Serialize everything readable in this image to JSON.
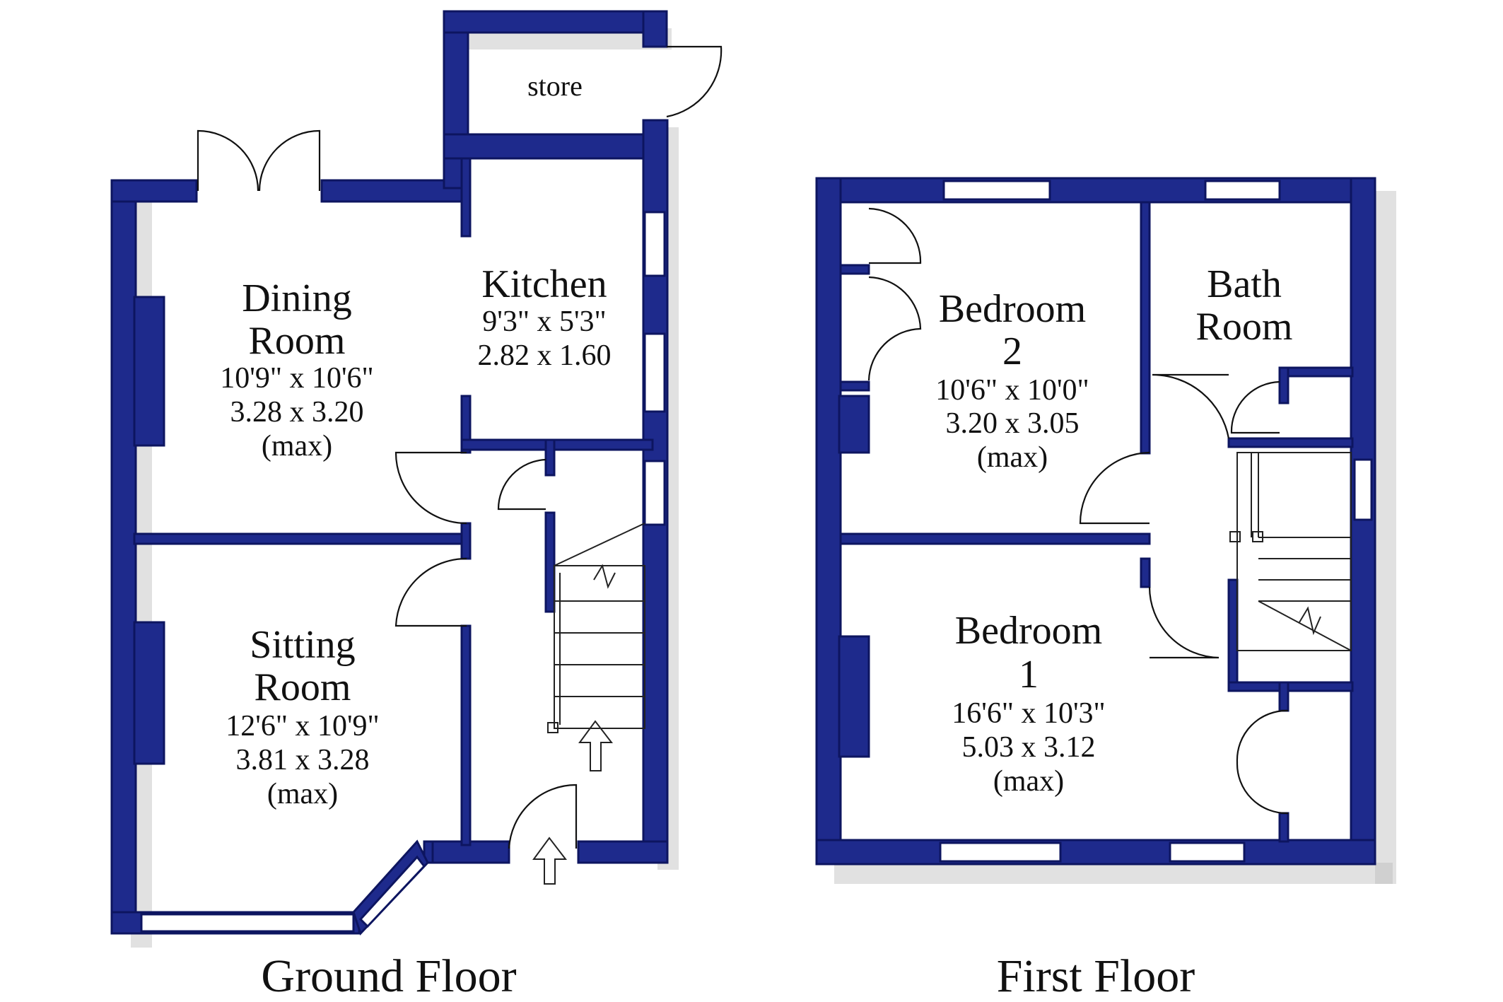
{
  "floors": {
    "ground": {
      "title": "Ground Floor",
      "rooms": {
        "store": {
          "name": "store"
        },
        "dining": {
          "name1": "Dining",
          "name2": "Room",
          "imperial": "10'9\"  x  10'6\"",
          "metric": "3.28  x  3.20",
          "note": "(max)"
        },
        "kitchen": {
          "name": "Kitchen",
          "imperial": "9'3\"  x  5'3\"",
          "metric": "2.82  x  1.60"
        },
        "sitting": {
          "name1": "Sitting",
          "name2": "Room",
          "imperial": "12'6\"  x  10'9\"",
          "metric": "3.81  x  3.28",
          "note": "(max)"
        }
      }
    },
    "first": {
      "title": "First Floor",
      "rooms": {
        "bedroom2": {
          "name1": "Bedroom",
          "name2": "2",
          "imperial": "10'6\"  x  10'0\"",
          "metric": "3.20  x  3.05",
          "note": "(max)"
        },
        "bathroom": {
          "name1": "Bath",
          "name2": "Room"
        },
        "bedroom1": {
          "name1": "Bedroom",
          "name2": "1",
          "imperial": "16'6\"  x  10'3\"",
          "metric": "5.03  x  3.12",
          "note": "(max)"
        }
      }
    }
  },
  "colors": {
    "wall": "#1e2a8c",
    "wall_edge": "#0d1560",
    "background": "#ffffff"
  }
}
